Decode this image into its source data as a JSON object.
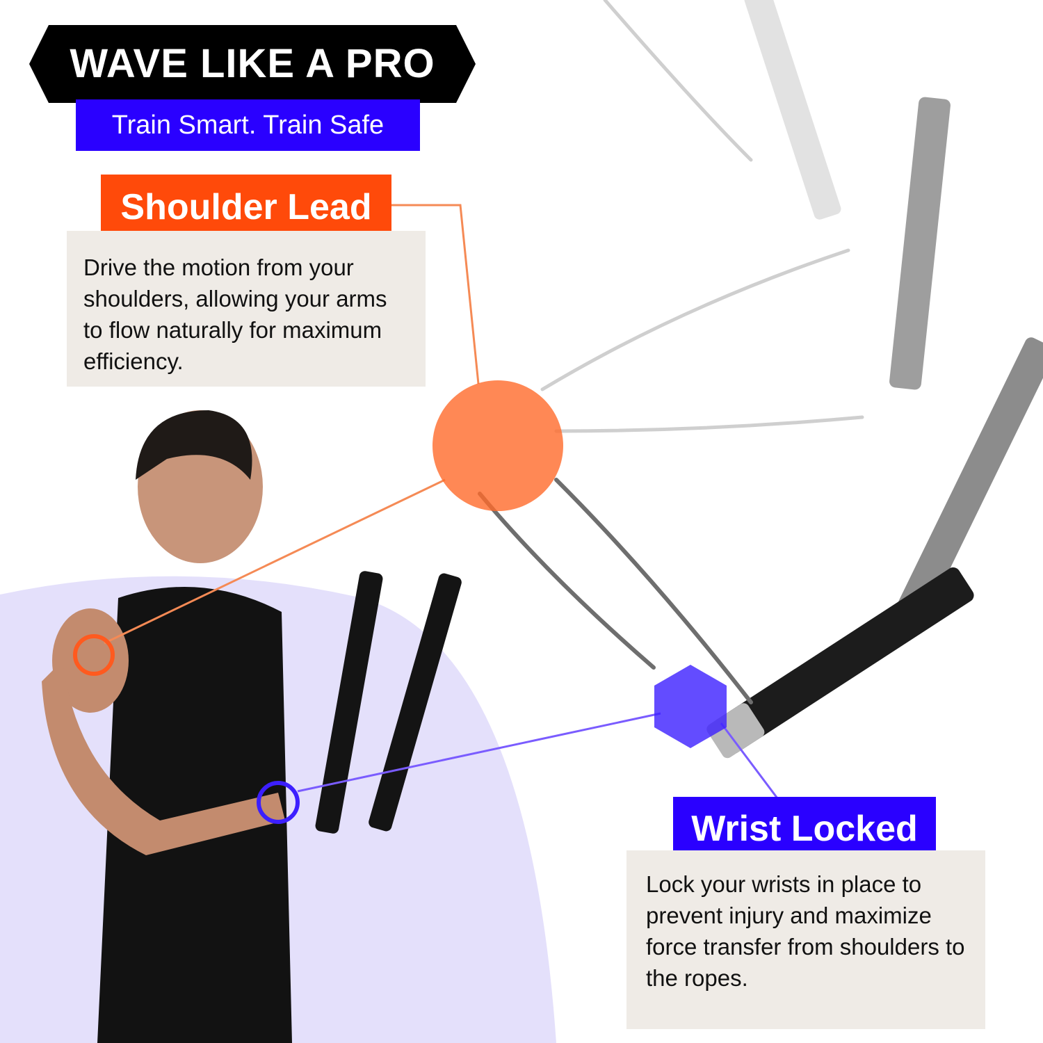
{
  "header": {
    "title": "WAVE LIKE A PRO",
    "subtitle": "Train Smart. Train Safe"
  },
  "callouts": {
    "shoulder": {
      "label": "Shoulder Lead",
      "description": "Drive the motion from your shoulders, allowing your arms to flow naturally for maximum efficiency."
    },
    "wrist": {
      "label": "Wrist Locked",
      "description": "Lock your wrists in place to prevent injury and maximize force transfer from shoulders to the ropes."
    }
  },
  "colors": {
    "banner": "#000000",
    "subtitle_bg": "#2a00ff",
    "shoulder_accent": "#ff4a0a",
    "wrist_accent": "#2a00ff",
    "desc_bg": "#efebe6",
    "backdrop": "#e4e0fb"
  }
}
